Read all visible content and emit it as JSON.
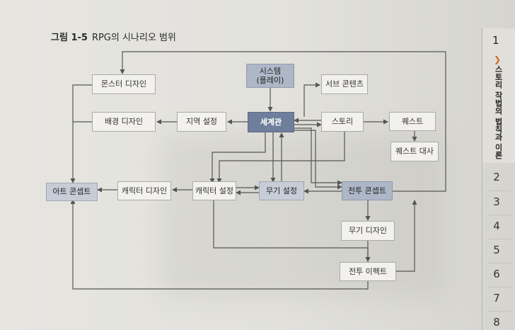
{
  "figure": {
    "label": "그림 1-5",
    "caption": "RPG의 시나리오 범위"
  },
  "nodes": {
    "monster_design": "몬스터 디자인",
    "background_design": "배경 디자인",
    "region_setting": "지역 설정",
    "system_play": "시스템\n(플레이)",
    "worldview": "세계관",
    "sub_contents": "서브 콘텐츠",
    "story": "스토리",
    "quest": "퀘스트",
    "quest_dialogue": "퀘스트 대사",
    "art_concept": "아트 콘셉트",
    "character_design": "캐릭터 디자인",
    "character_setting": "캐릭터 설정",
    "weapon_setting": "무기 설정",
    "battle_concept": "전투 콘셉트",
    "weapon_design": "무기 디자인",
    "battle_effect": "전투 이펙트"
  },
  "chapter_nav": {
    "current_number": "1",
    "current_title": "스토리 작법의 법칙과 이론",
    "other_numbers": [
      "2",
      "3",
      "4",
      "5",
      "6",
      "7",
      "8"
    ]
  },
  "colors": {
    "dark_node": "#6f7f9b",
    "medium_node": "#aeb7c7",
    "light_node": "#f2f1ed",
    "line": "#555555",
    "accent_arrow": "#d06a25"
  }
}
